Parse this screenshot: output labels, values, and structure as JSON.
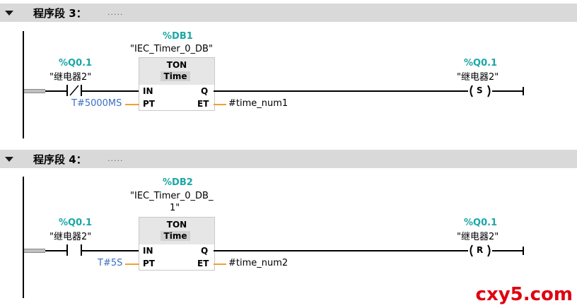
{
  "segments": [
    {
      "title": "程序段 3：",
      "comment": ".....",
      "db": "%DB1",
      "instance": "\"IEC_Timer_0_DB\"",
      "instance_line2": "",
      "block_type": "TON",
      "block_sub": "Time",
      "contact_addr": "%Q0.1",
      "contact_name": "\"继电器2\"",
      "contact_type": "normally-closed",
      "pt_value": "T#5000MS",
      "et_var": "#time_num1",
      "pins": {
        "in": "IN",
        "pt": "PT",
        "q": "Q",
        "et": "ET"
      },
      "coil_addr": "%Q0.1",
      "coil_name": "\"继电器2\"",
      "coil_type": "S"
    },
    {
      "title": "程序段 4：",
      "comment": ".....",
      "db": "%DB2",
      "instance": "\"IEC_Timer_0_DB_",
      "instance_line2": "1\"",
      "block_type": "TON",
      "block_sub": "Time",
      "contact_addr": "%Q0.1",
      "contact_name": "\"继电器2\"",
      "contact_type": "normally-open",
      "pt_value": "T#5S",
      "et_var": "#time_num2",
      "pins": {
        "in": "IN",
        "pt": "PT",
        "q": "Q",
        "et": "ET"
      },
      "coil_addr": "%Q0.1",
      "coil_name": "\"继电器2\"",
      "coil_type": "R"
    }
  ],
  "watermark": "cxy5.com",
  "colors": {
    "header_bg": "#d9d9d9",
    "address": "#1aa6a6",
    "constant": "#3a6fc4",
    "connector": "#f0a030",
    "watermark": "#e0000f"
  },
  "icons": {
    "collapse": "triangle-down-icon"
  }
}
